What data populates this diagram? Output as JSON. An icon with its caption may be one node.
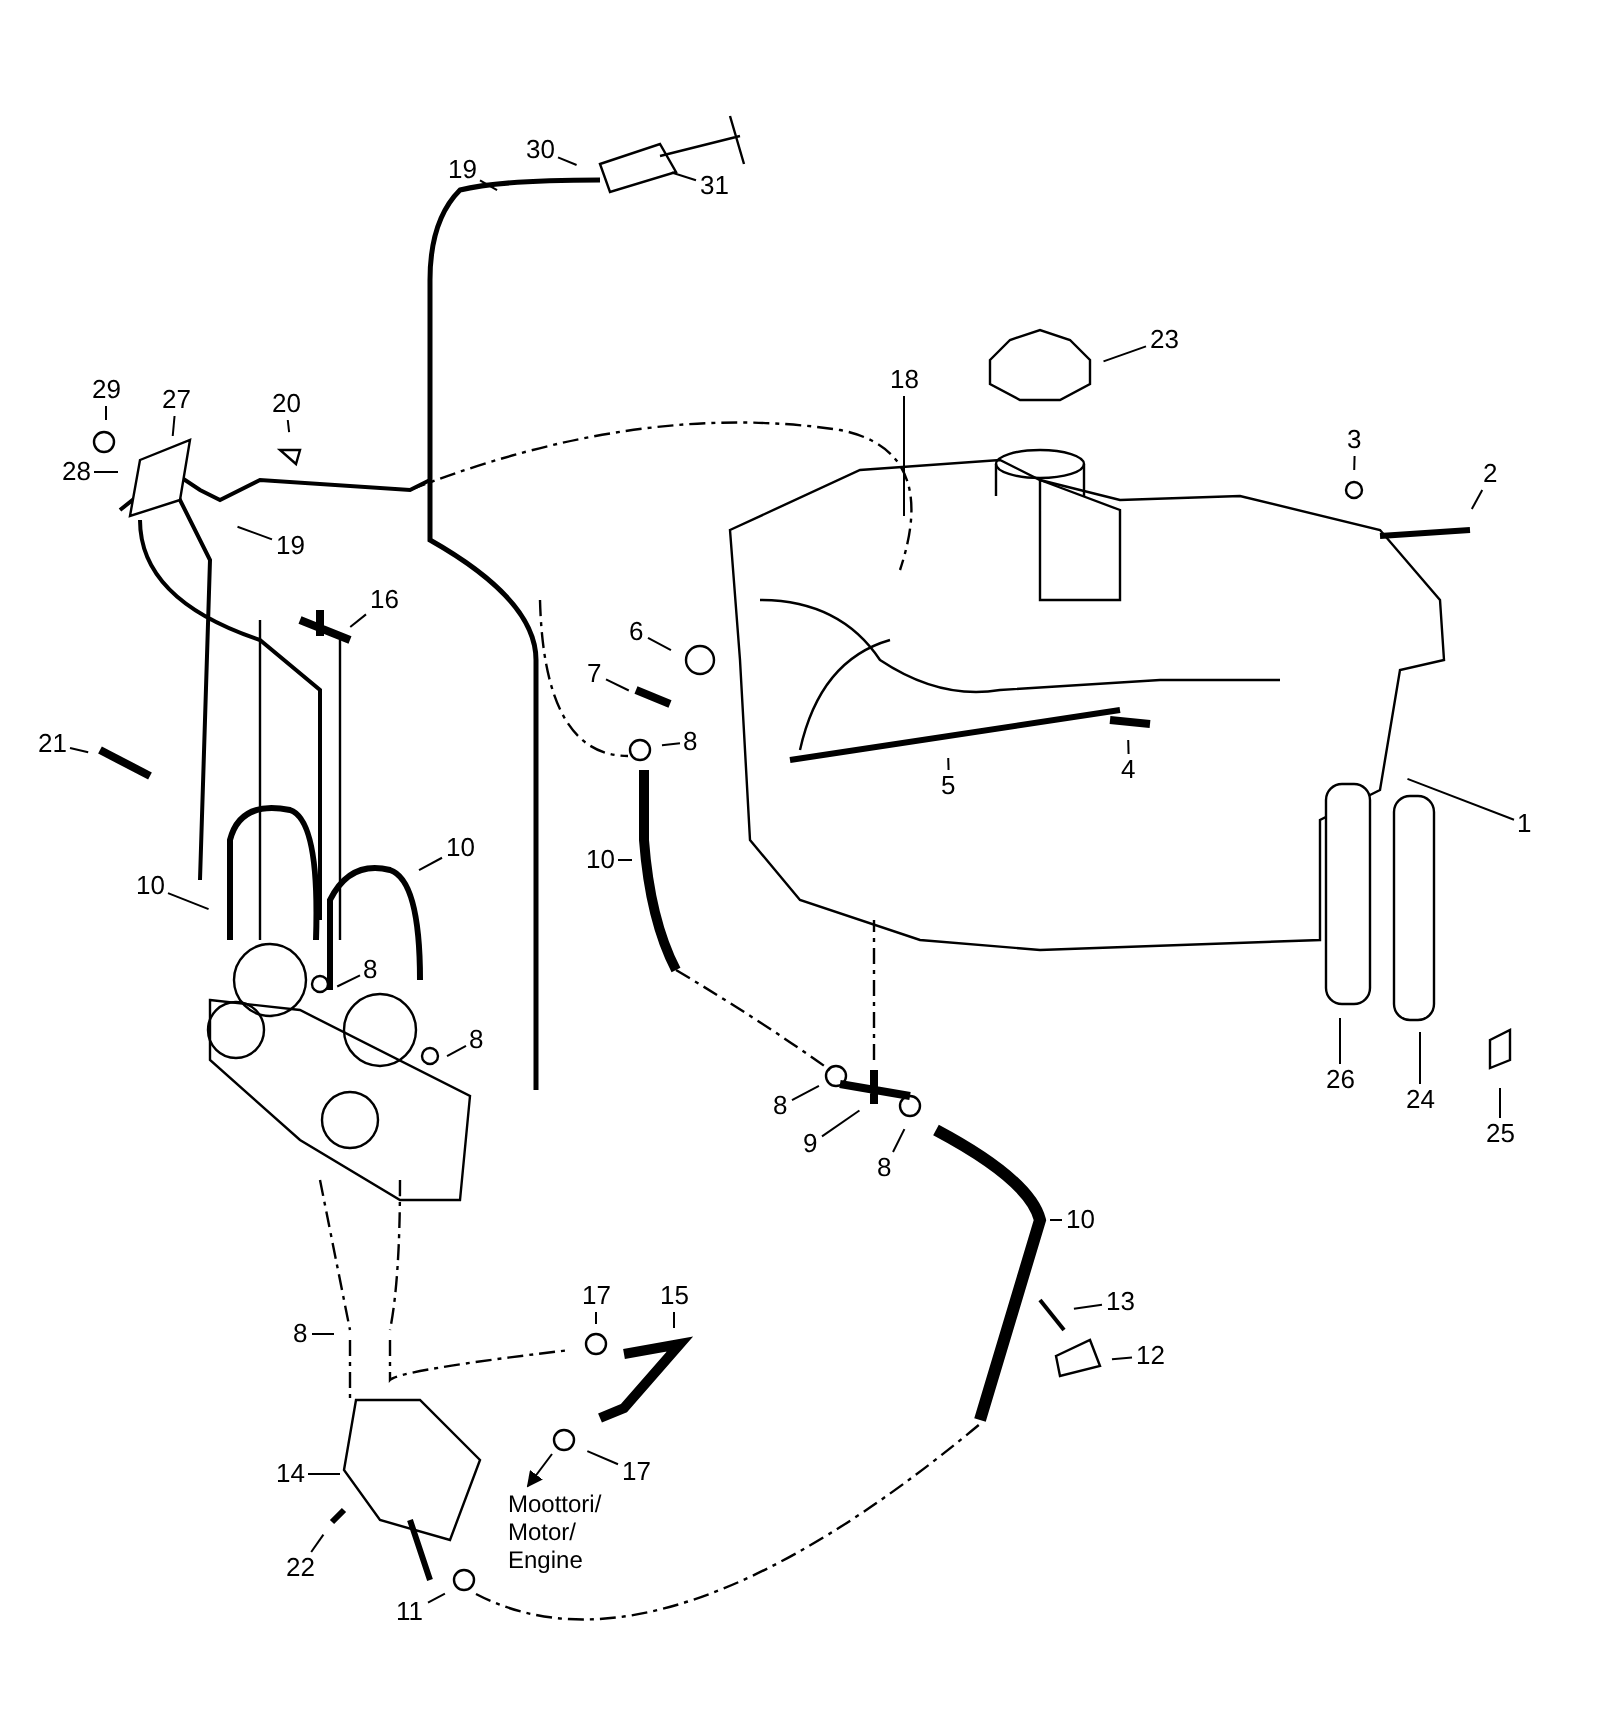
{
  "diagram": {
    "nodes": [
      {
        "text": [
          "30"
        ]
      },
      {
        "text": [
          "19"
        ]
      },
      {
        "text": [
          "31"
        ]
      },
      {
        "text": [
          "23"
        ]
      },
      {
        "text": [
          "18"
        ]
      },
      {
        "text": [
          "29"
        ]
      },
      {
        "text": [
          "27"
        ]
      },
      {
        "text": [
          "20"
        ]
      },
      {
        "text": [
          "3"
        ]
      },
      {
        "text": [
          "2"
        ]
      },
      {
        "text": [
          "28"
        ]
      },
      {
        "text": [
          "19"
        ]
      },
      {
        "text": [
          "16"
        ]
      },
      {
        "text": [
          "6"
        ]
      },
      {
        "text": [
          "7"
        ]
      },
      {
        "text": [
          "8"
        ]
      },
      {
        "text": [
          "21"
        ]
      },
      {
        "text": [
          "4"
        ]
      },
      {
        "text": [
          "5"
        ]
      },
      {
        "text": [
          "1"
        ]
      },
      {
        "text": [
          "10"
        ]
      },
      {
        "text": [
          "10"
        ]
      },
      {
        "text": [
          "10"
        ]
      },
      {
        "text": [
          "8"
        ]
      },
      {
        "text": [
          "8"
        ]
      },
      {
        "text": [
          "8"
        ]
      },
      {
        "text": [
          "9"
        ]
      },
      {
        "text": [
          "8"
        ]
      },
      {
        "text": [
          "26"
        ]
      },
      {
        "text": [
          "24"
        ]
      },
      {
        "text": [
          "25"
        ]
      },
      {
        "text": [
          "10"
        ]
      },
      {
        "text": [
          "13"
        ]
      },
      {
        "text": [
          "17"
        ]
      },
      {
        "text": [
          "15"
        ]
      },
      {
        "text": [
          "8"
        ]
      },
      {
        "text": [
          "12"
        ]
      },
      {
        "text": [
          "17"
        ]
      },
      {
        "text": [
          "14"
        ]
      },
      {
        "text": [
          "22"
        ]
      },
      {
        "text": [
          "11"
        ]
      },
      {
        "text": [
          "Moottori/ Motor/ Engine"
        ]
      }
    ],
    "edges": [
      {
        "from": 0,
        "to": null,
        "arrow": "none"
      },
      {
        "from": 1,
        "to": null,
        "arrow": "none"
      },
      {
        "from": 2,
        "to": null,
        "arrow": "none"
      },
      {
        "from": 3,
        "to": null,
        "arrow": "none"
      },
      {
        "from": 4,
        "to": null,
        "arrow": "none"
      },
      {
        "from": 5,
        "to": null,
        "arrow": "none"
      },
      {
        "from": 6,
        "to": null,
        "arrow": "none"
      },
      {
        "from": 7,
        "to": null,
        "arrow": "none"
      },
      {
        "from": 8,
        "to": null,
        "arrow": "none"
      },
      {
        "from": 9,
        "to": null,
        "arrow": "none"
      },
      {
        "from": 10,
        "to": null,
        "arrow": "none"
      },
      {
        "from": 11,
        "to": null,
        "arrow": "none"
      },
      {
        "from": 12,
        "to": null,
        "arrow": "none"
      },
      {
        "from": 13,
        "to": null,
        "arrow": "none"
      },
      {
        "from": 14,
        "to": null,
        "arrow": "none"
      },
      {
        "from": 15,
        "to": null,
        "arrow": "none"
      },
      {
        "from": 16,
        "to": null,
        "arrow": "none"
      },
      {
        "from": 17,
        "to": null,
        "arrow": "none"
      },
      {
        "from": 18,
        "to": null,
        "arrow": "none"
      },
      {
        "from": 19,
        "to": null,
        "arrow": "none"
      },
      {
        "from": 20,
        "to": null,
        "arrow": "none"
      },
      {
        "from": 21,
        "to": null,
        "arrow": "none"
      },
      {
        "from": 22,
        "to": null,
        "arrow": "none"
      },
      {
        "from": 23,
        "to": null,
        "arrow": "none"
      },
      {
        "from": 24,
        "to": null,
        "arrow": "none"
      },
      {
        "from": 25,
        "to": null,
        "arrow": "none"
      },
      {
        "from": 26,
        "to": null,
        "arrow": "none"
      },
      {
        "from": 27,
        "to": null,
        "arrow": "none"
      },
      {
        "from": 28,
        "to": null,
        "arrow": "none"
      },
      {
        "from": 29,
        "to": null,
        "arrow": "none"
      },
      {
        "from": 30,
        "to": null,
        "arrow": "none"
      },
      {
        "from": 31,
        "to": null,
        "arrow": "none"
      },
      {
        "from": 32,
        "to": null,
        "arrow": "none"
      },
      {
        "from": 33,
        "to": null,
        "arrow": "none"
      },
      {
        "from": 34,
        "to": null,
        "arrow": "none"
      },
      {
        "from": 35,
        "to": null,
        "arrow": "none"
      },
      {
        "from": 36,
        "to": null,
        "arrow": "none"
      },
      {
        "from": 37,
        "to": null,
        "arrow": "none"
      },
      {
        "from": 38,
        "to": null,
        "arrow": "none"
      },
      {
        "from": 39,
        "to": null,
        "arrow": "none"
      },
      {
        "from": 40,
        "to": null,
        "arrow": "none"
      },
      {
        "from": null,
        "to": 41,
        "arrow": "to"
      }
    ]
  }
}
